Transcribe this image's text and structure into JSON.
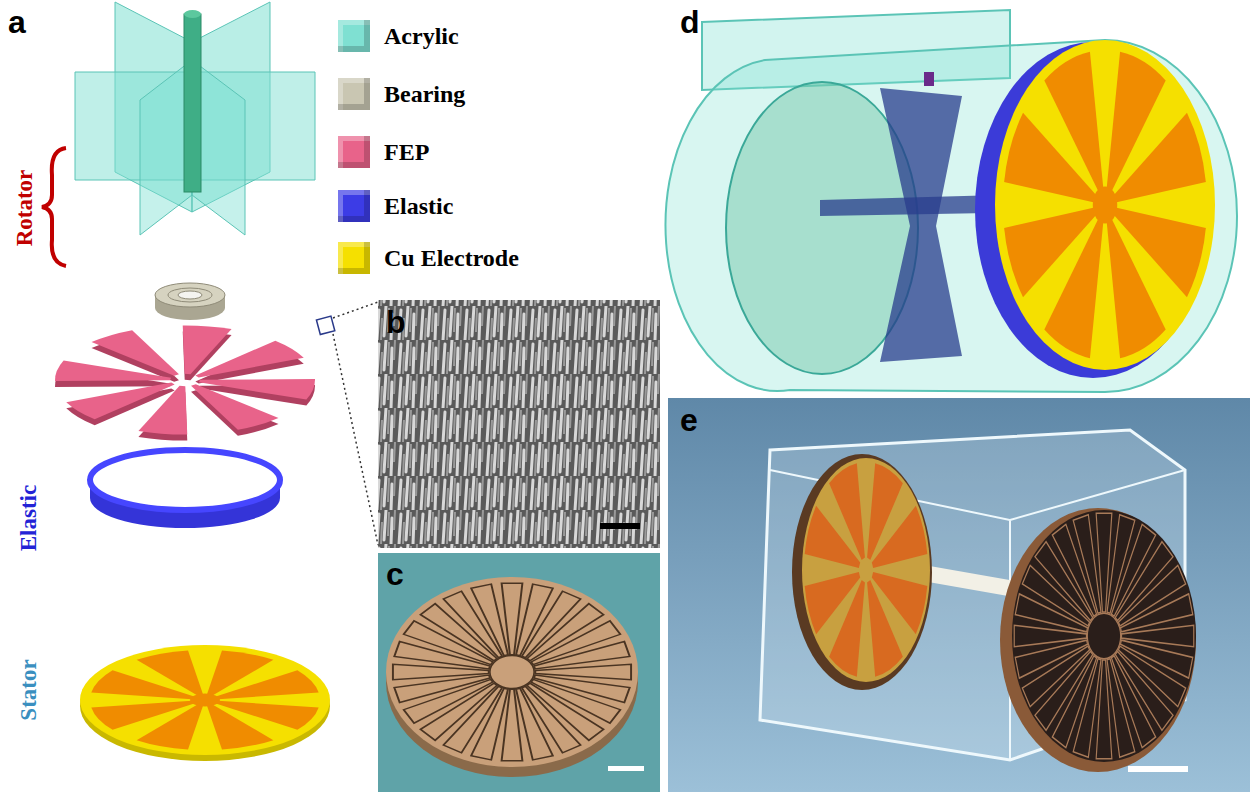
{
  "diagram": {
    "labels": [
      "a",
      "Rotator",
      "Elastic",
      "Stator",
      "b",
      "c",
      "d",
      "e"
    ],
    "legend": [
      {
        "text": "Acrylic",
        "color": "#7fe0d2"
      },
      {
        "text": "Bearing",
        "color": "#c9c6b2"
      },
      {
        "text": "FEP",
        "color": "#e8638a"
      },
      {
        "text": "Elastic",
        "color": "#3c3ce6"
      },
      {
        "text": "Cu Electrode",
        "color": "#f5e000"
      }
    ]
  }
}
